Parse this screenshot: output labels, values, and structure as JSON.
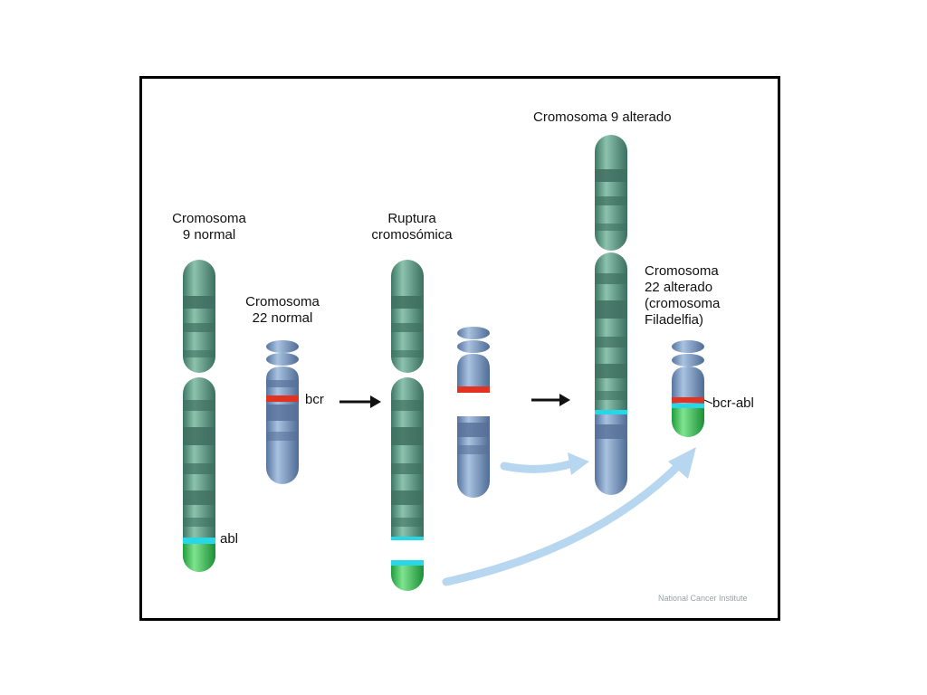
{
  "labels": {
    "chr9_normal": [
      "Cromosoma",
      "9 normal"
    ],
    "chr22_normal": [
      "Cromosoma",
      "22 normal"
    ],
    "break": [
      "Ruptura",
      "cromosómica"
    ],
    "chr9_altered": "Cromosoma 9 alterado",
    "chr22_altered": [
      "Cromosoma",
      "22 alterado",
      "(cromosoma",
      "Filadelfia)"
    ],
    "bcr": "bcr",
    "abl": "abl",
    "bcr_abl": "bcr-abl"
  },
  "credit": "National Cancer Institute",
  "colors": {
    "chr9": "#5a9680",
    "chr9_band_dark": "#3e6f5f",
    "chr9_band_light": "#7fb3a0",
    "chr22": "#7d9cc4",
    "chr22_band": "#566f99",
    "abl_segment": "#2fbf4f",
    "abl_marker": "#27d7e6",
    "bcr_marker": "#e23222",
    "arrow_black": "#111111",
    "arrow_blue": "#b7d6ef"
  }
}
